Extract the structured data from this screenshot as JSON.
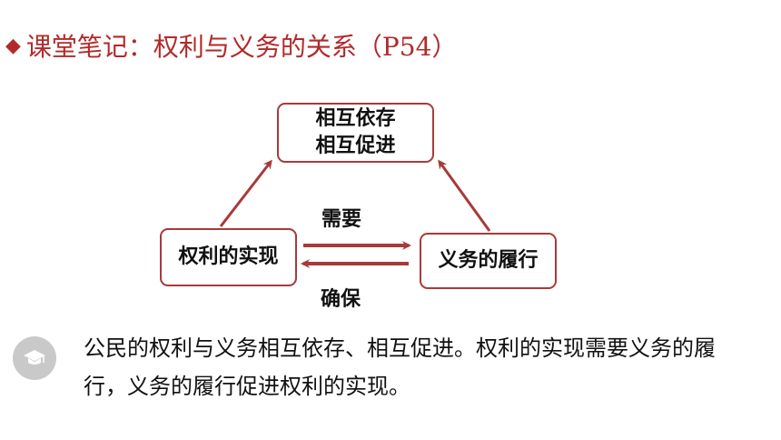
{
  "title": "课堂笔记：权利与义务的关系（P54）",
  "diagram": {
    "top_box": {
      "line1": "相互依存",
      "line2": "相互促进"
    },
    "left_box": "权利的实现",
    "right_box": "义务的履行",
    "arrow_forward_label": "需要",
    "arrow_back_label": "确保"
  },
  "note": "公民的权利与义务相互依存、相互促进。权利的实现需要义务的履行，义务的履行促进权利的实现。",
  "colors": {
    "accent": "#b22a2a",
    "arrow": "#a83a3a",
    "icon_bg": "#c9c9c9"
  },
  "icons": {
    "bullet": "diamond-icon",
    "note": "graduation-cap-icon"
  }
}
